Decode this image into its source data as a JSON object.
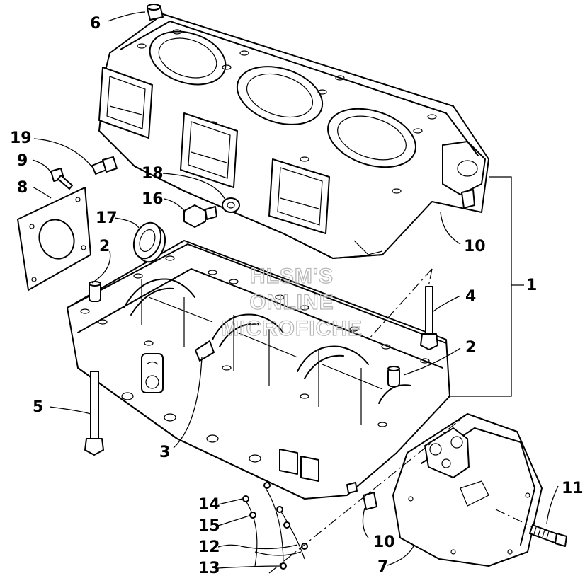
{
  "watermark": {
    "line1": "HLSM'S",
    "line2": "ONLINE",
    "line3": "MICROFICHE"
  },
  "callouts": {
    "c1": "1",
    "c2a": "2",
    "c2b": "2",
    "c3": "3",
    "c4": "4",
    "c5": "5",
    "c6": "6",
    "c7": "7",
    "c8": "8",
    "c9": "9",
    "c10a": "10",
    "c10b": "10",
    "c11": "11",
    "c12": "12",
    "c13": "13",
    "c14": "14",
    "c15": "15",
    "c16": "16",
    "c17": "17",
    "c18": "18",
    "c19": "19"
  }
}
